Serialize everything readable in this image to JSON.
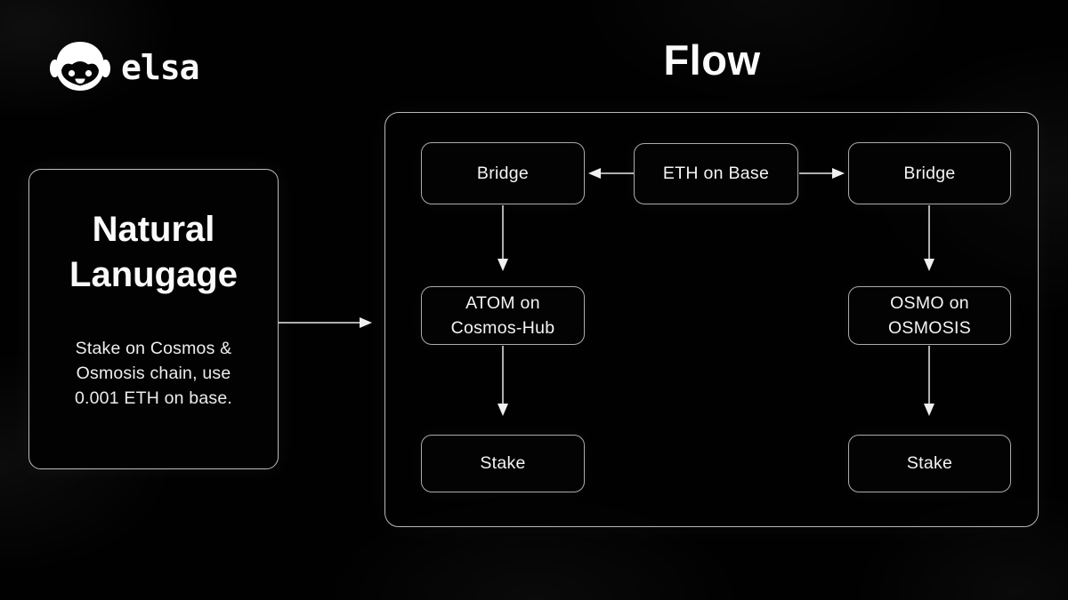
{
  "brand": {
    "name": "elsa",
    "icon": "robot-icon"
  },
  "page_title": "Flow",
  "panel": {
    "heading": "Natural\nLanugage",
    "description": "Stake on Cosmos &\nOsmosis chain, use\n0.001 ETH on base."
  },
  "flow": {
    "bridge_left": "Bridge",
    "eth_on_base": "ETH on Base",
    "bridge_right": "Bridge",
    "atom_on_cosmos_hub": "ATOM on\nCosmos-Hub",
    "osmo_on_osmosis": "OSMO on\nOSMOSIS",
    "stake_left": "Stake",
    "stake_right": "Stake"
  },
  "colors": {
    "background": "#000000",
    "text": "#f2f2f2",
    "box_border": "#ababab",
    "container_border": "#b8b8b8",
    "arrow": "#ededed"
  }
}
